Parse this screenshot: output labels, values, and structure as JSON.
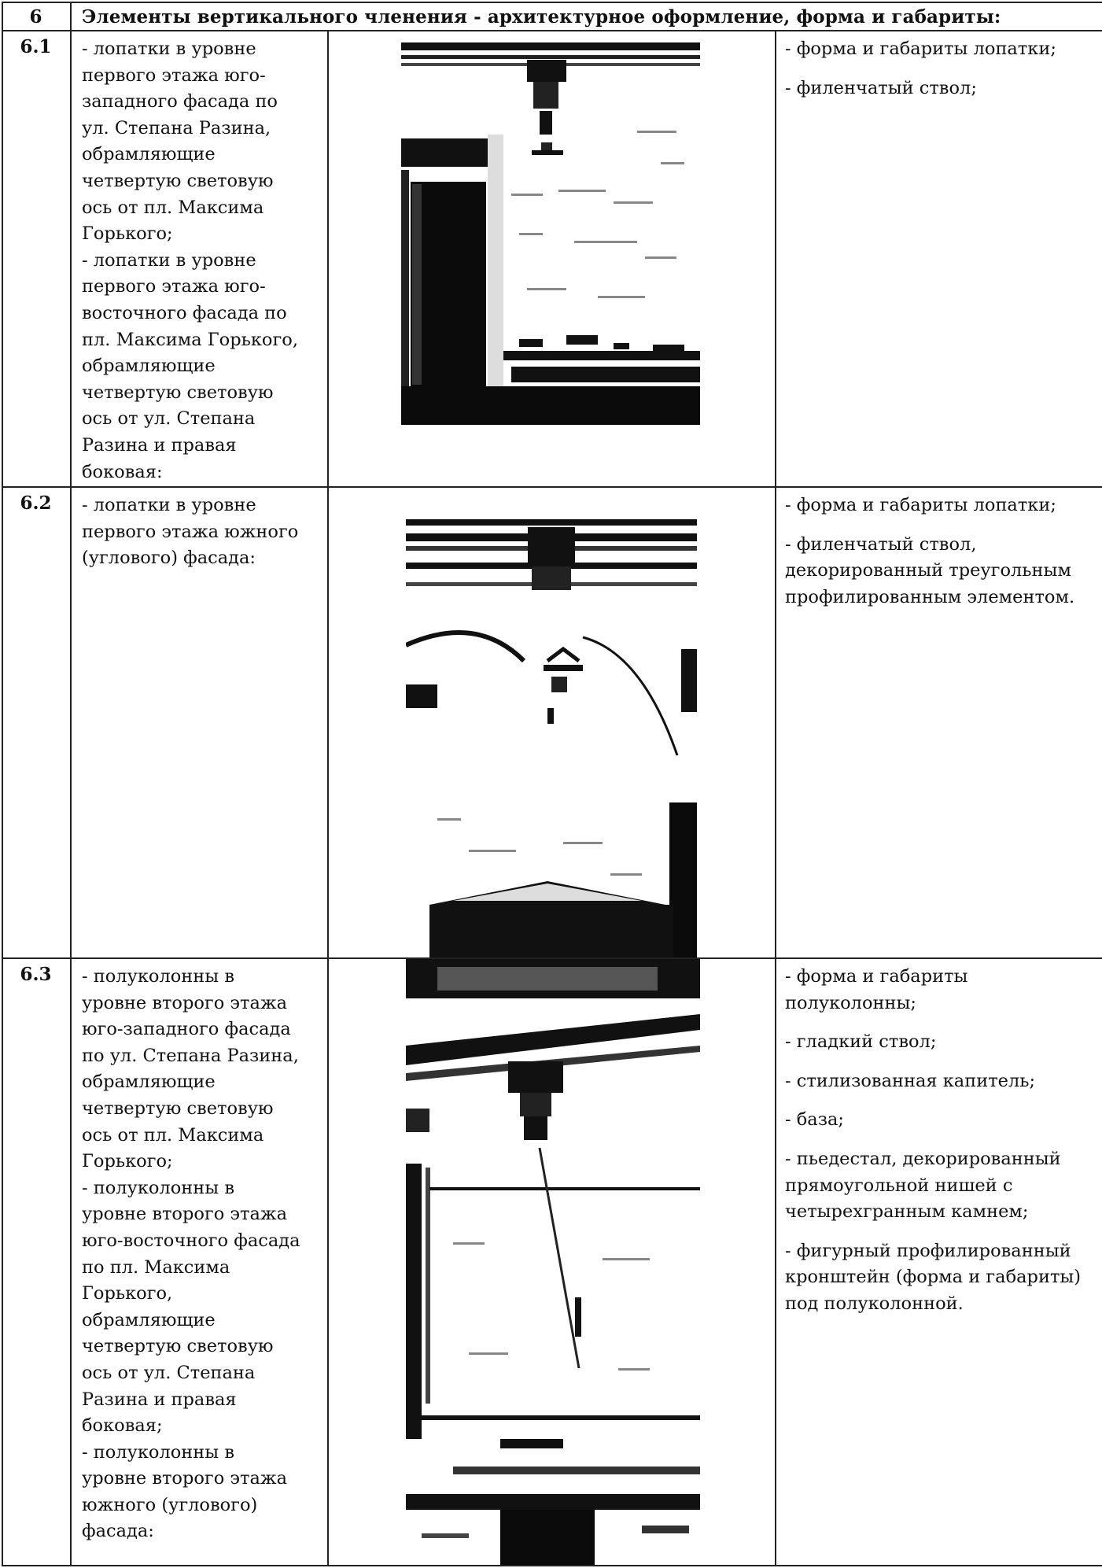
{
  "section": {
    "number": "6",
    "title": "Элементы вертикального членения - архитектурное оформление, форма и габариты:"
  },
  "rows": [
    {
      "id": "6.1",
      "description_lines": [
        "- лопатки в уровне",
        "первого этажа юго-",
        "западного фасада по",
        "ул. Степана Разина,",
        "обрамляющие",
        "четвертую световую",
        "ось от пл. Максима",
        "Горького;",
        "- лопатки в уровне",
        "первого этажа юго-",
        "восточного фасада по",
        "пл. Максима Горького,",
        "обрамляющие",
        "четвертую световую",
        "ось от ул. Степана",
        "Разина и правая",
        "боковая:"
      ],
      "features": [
        "- форма и габариты лопатки;",
        "- филенчатый ствол;"
      ]
    },
    {
      "id": "6.2",
      "description_lines": [
        "- лопатки в уровне",
        "первого этажа южного",
        "(углового) фасада:"
      ],
      "features": [
        "- форма и габариты лопатки;",
        "- филенчатый ствол, декорированный треугольным профилированным элементом."
      ]
    },
    {
      "id": "6.3",
      "description_lines": [
        "- полуколонны в",
        "уровне второго этажа",
        "юго-западного фасада",
        "по ул. Степана Разина,",
        "обрамляющие",
        "четвертую световую",
        "ось от пл. Максима",
        "Горького;",
        "- полуколонны в",
        "уровне второго этажа",
        "юго-восточного фасада",
        "по пл. Максима",
        "Горького,",
        "обрамляющие",
        "четвертую световую",
        "ось от ул. Степана",
        "Разина и правая",
        "боковая;",
        "- полуколонны в",
        "уровне второго этажа",
        "южного (углового)",
        "фасада:"
      ],
      "features": [
        "- форма и габариты полуколонны;",
        "- гладкий ствол;",
        "- стилизованная капитель;",
        "- база;",
        "- пьедестал, декорированный прямоугольной нишей с четырехгранным камнем;",
        "- фигурный  профилированный кронштейн (форма и габариты) под полуколонной."
      ]
    }
  ]
}
